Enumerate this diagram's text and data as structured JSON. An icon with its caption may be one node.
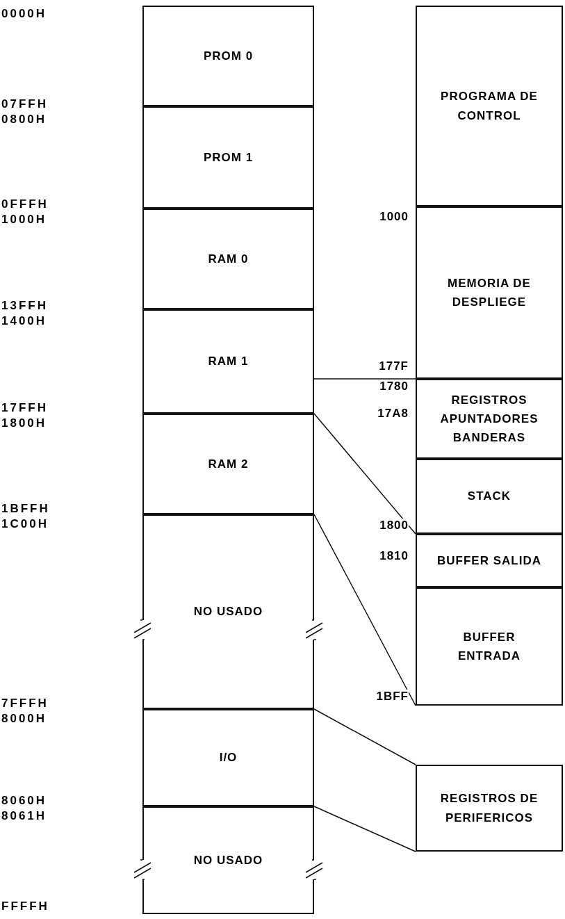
{
  "diagram": {
    "nodes": [
      {
        "text": [
          "PROM 0"
        ]
      },
      {
        "text": [
          "PROM 1"
        ]
      },
      {
        "text": [
          "RAM 0"
        ]
      },
      {
        "text": [
          "RAM 1"
        ]
      },
      {
        "text": [
          "RAM 2"
        ]
      },
      {
        "text": [
          "NO USADO"
        ]
      },
      {
        "text": [
          "I/O"
        ]
      },
      {
        "text": [
          "NO USADO"
        ]
      },
      {
        "text": [
          "PROGRAMA DE CONTROL"
        ]
      },
      {
        "text": [
          "MEMORIA DE DESPLIEGE"
        ]
      },
      {
        "text": [
          "REGISTROS APUNTADORES BANDERAS"
        ]
      },
      {
        "text": [
          "STACK"
        ]
      },
      {
        "text": [
          "BUFFER SALIDA"
        ]
      },
      {
        "text": [
          "BUFFER ENTRADA"
        ]
      },
      {
        "text": [
          "REGISTROS DE PERIFERICOS"
        ]
      }
    ],
    "edges": [
      {
        "from": 3,
        "to": 10,
        "arrow": "none"
      },
      {
        "from": 4,
        "to": 12,
        "arrow": "none"
      },
      {
        "from": 4,
        "to": 13,
        "arrow": "none"
      },
      {
        "from": 6,
        "to": 14,
        "arrow": "none"
      },
      {
        "from": 6,
        "to": 14,
        "arrow": "none"
      }
    ],
    "labels": [
      "0000H",
      "07FFH",
      "0800H",
      "0FFFH",
      "1000H",
      "1000",
      "13FFH",
      "1400H",
      "177F",
      "1780",
      "17FFH",
      "1800H",
      "17A8",
      "1BFFH",
      "1C00H",
      "1800",
      "1810",
      "7FFFH",
      "8000H",
      "1BFF",
      "8060H",
      "8061H",
      "FFFFH"
    ]
  }
}
